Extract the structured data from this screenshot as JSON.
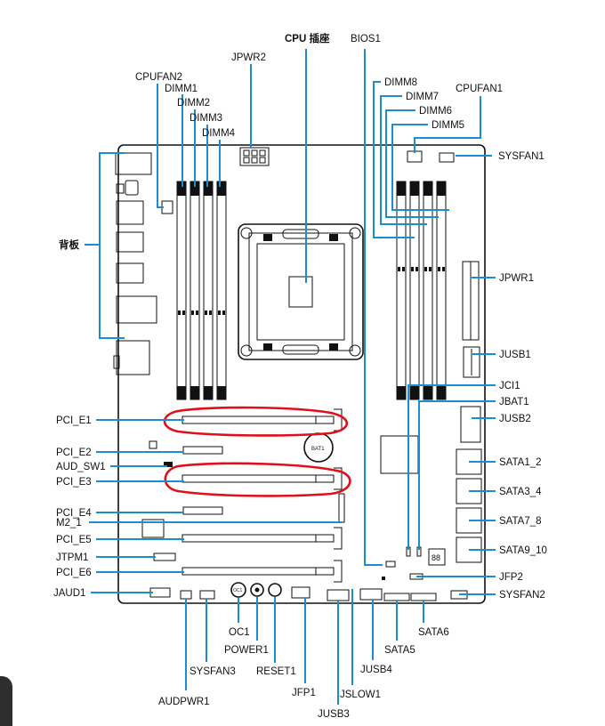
{
  "labels": {
    "cpu_socket": "CPU 插座",
    "bios": "BIOS1",
    "jpwr2": "JPWR2",
    "cpufan2": "CPUFAN2",
    "dimm1": "DIMM1",
    "dimm2": "DIMM2",
    "dimm3": "DIMM3",
    "dimm4": "DIMM4",
    "dimm8": "DIMM8",
    "dimm7": "DIMM7",
    "dimm6": "DIMM6",
    "dimm5": "DIMM5",
    "cpufan1": "CPUFAN1",
    "sysfan1": "SYSFAN1",
    "backpanel": "背板",
    "jpwr1": "JPWR1",
    "jusb1": "JUSB1",
    "jci1": "JCI1",
    "jbat1": "JBAT1",
    "jusb2": "JUSB2",
    "pci_e1": "PCI_E1",
    "pci_e2": "PCI_E2",
    "aud_sw1": "AUD_SW1",
    "pci_e3": "PCI_E3",
    "pci_e4": "PCI_E4",
    "m2_1": "M2_1",
    "pci_e5": "PCI_E5",
    "jtpm1": "JTPM1",
    "pci_e6": "PCI_E6",
    "jaud1": "JAUD1",
    "sata1_2": "SATA1_2",
    "sata3_4": "SATA3_4",
    "sata7_8": "SATA7_8",
    "sata9_10": "SATA9_10",
    "jfp2": "JFP2",
    "sysfan2": "SYSFAN2",
    "oc1": "OC1",
    "power1": "POWER1",
    "reset1": "RESET1",
    "jfp1": "JFP1",
    "jusb3": "JUSB3",
    "jslow1": "JSLOW1",
    "jusb4": "JUSB4",
    "sata5": "SATA5",
    "sata6": "SATA6",
    "sysfan3": "SYSFAN3",
    "audpwr1": "AUDPWR1",
    "battery": "BAT1",
    "oc_button": "OC1",
    "debug_led": "88"
  },
  "colors": {
    "leader_line": "#1a8fd0",
    "highlight": "#e0101a",
    "outline": "#111111"
  }
}
